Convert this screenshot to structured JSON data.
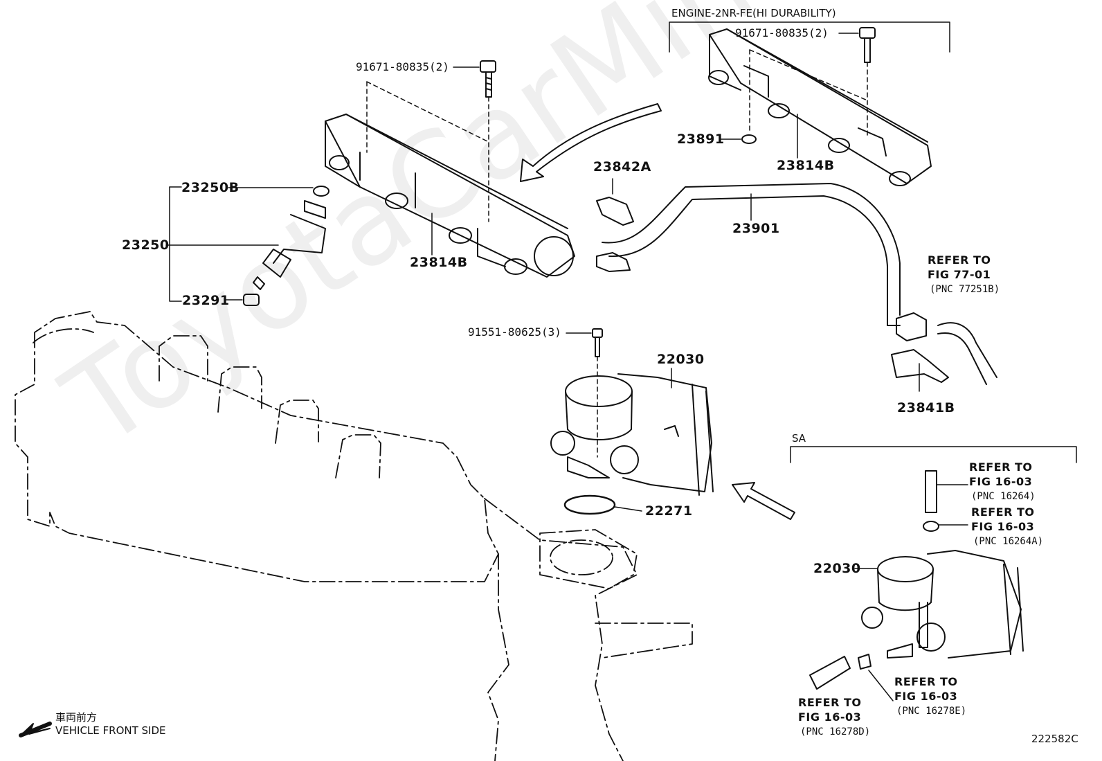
{
  "watermark": "ToyotaCarMinaru",
  "figure_code": "222582C",
  "front_direction": {
    "jp": "車両前方",
    "en": "VEHICLE FRONT SIDE"
  },
  "engine_variant": {
    "title": "ENGINE-2NR-FE(HI DURABILITY)",
    "bolt": "91671-80835(2)",
    "washer": "23891",
    "rail": "23814B"
  },
  "sa_section": {
    "title": "SA"
  },
  "parts": {
    "bolt_top": "91671-80835(2)",
    "injector_oring": "23250B",
    "injector": "23250",
    "injector_seal": "23291",
    "fuel_rail": "23814B",
    "clip_a": "23842A",
    "fuel_tube": "23901",
    "clip_b": "23841B",
    "bolt_throttle": "91551-80625(3)",
    "throttle_body": "22030",
    "gasket": "22271",
    "throttle_body_sa": "22030"
  },
  "references": [
    {
      "line1": "REFER TO",
      "line2": "FIG 77-01",
      "pnc": "(PNC 77251B)"
    },
    {
      "line1": "REFER TO",
      "line2": "FIG 16-03",
      "pnc": "(PNC 16264)"
    },
    {
      "line1": "REFER TO",
      "line2": "FIG 16-03",
      "pnc": "(PNC 16264A)"
    },
    {
      "line1": "REFER TO",
      "line2": "FIG 16-03",
      "pnc": "(PNC 16278E)"
    },
    {
      "line1": "REFER TO",
      "line2": "FIG 16-03",
      "pnc": "(PNC 16278D)"
    }
  ]
}
